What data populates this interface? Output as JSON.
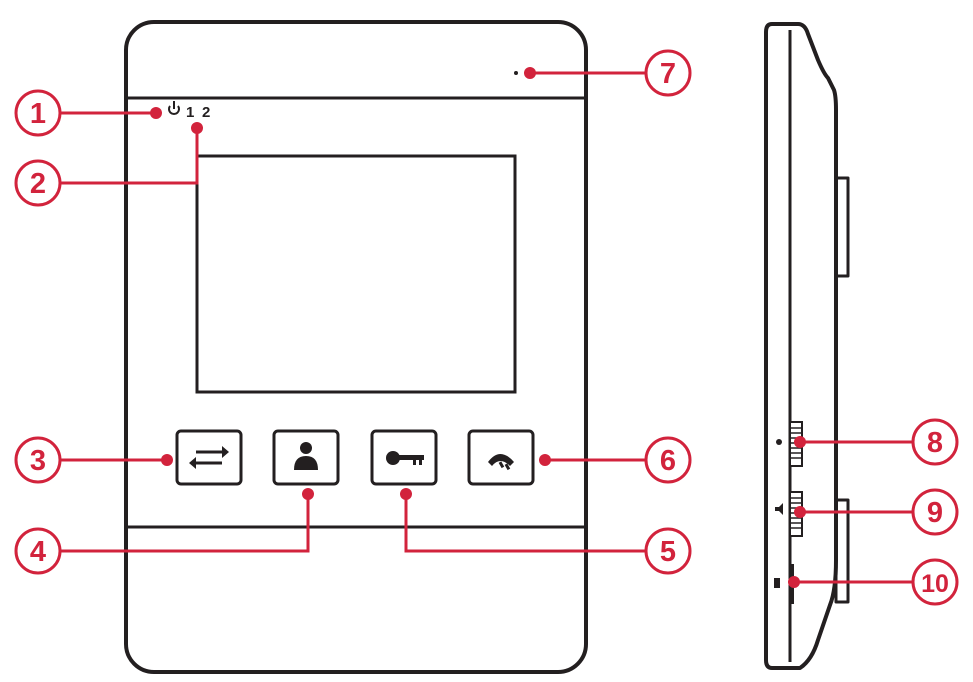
{
  "colors": {
    "outline": "#231f20",
    "callout": "#d2233c",
    "background": "#ffffff"
  },
  "indicators": {
    "label_1": "1",
    "label_2": "2",
    "power_icon": "power-icon"
  },
  "buttons": [
    {
      "icon": "swap-arrows-icon"
    },
    {
      "icon": "user-icon"
    },
    {
      "icon": "key-icon"
    },
    {
      "icon": "hang-up-icon"
    }
  ],
  "callouts": {
    "c1": "1",
    "c2": "2",
    "c3": "3",
    "c4": "4",
    "c5": "5",
    "c6": "6",
    "c7": "7",
    "c8": "8",
    "c9": "9",
    "c10": "10"
  }
}
